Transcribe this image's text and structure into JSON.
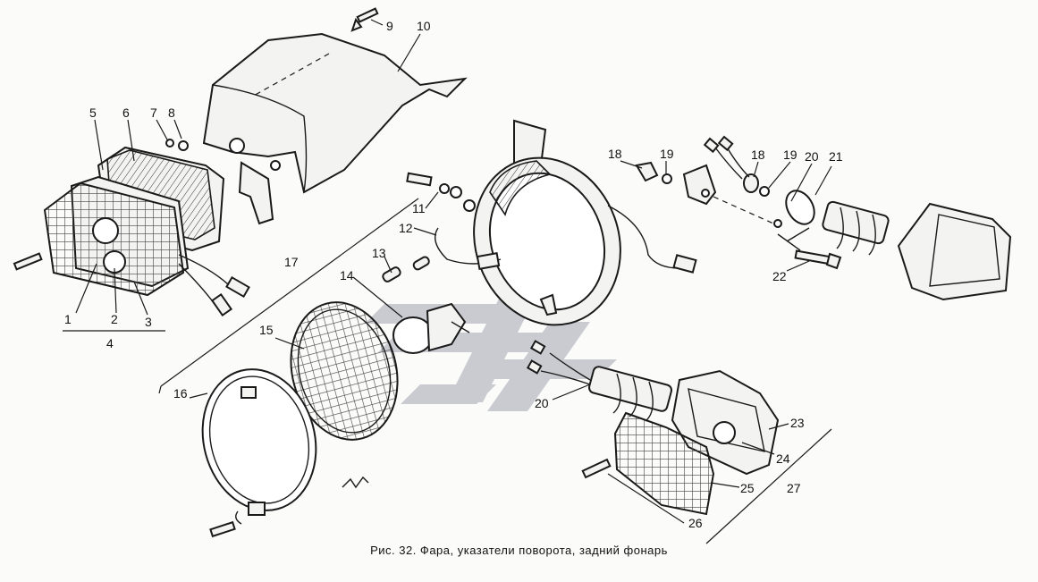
{
  "caption": "Рис. 32. Фара, указатели поворота, задний фонарь",
  "callouts": {
    "c1": "1",
    "c2": "2",
    "c3": "3",
    "c4": "4",
    "c5": "5",
    "c6": "6",
    "c7": "7",
    "c8": "8",
    "c9": "9",
    "c10": "10",
    "c11": "11",
    "c12": "12",
    "c13": "13",
    "c14": "14",
    "c15": "15",
    "c16": "16",
    "c17": "17",
    "c18a": "18",
    "c19a": "19",
    "c18b": "18",
    "c19b": "19",
    "c20a": "20",
    "c20b": "20",
    "c21": "21",
    "c22": "22",
    "c23": "23",
    "c24": "24",
    "c25": "25",
    "c26": "26",
    "c27": "27"
  },
  "watermark": {
    "color": "#b9bcc4"
  }
}
